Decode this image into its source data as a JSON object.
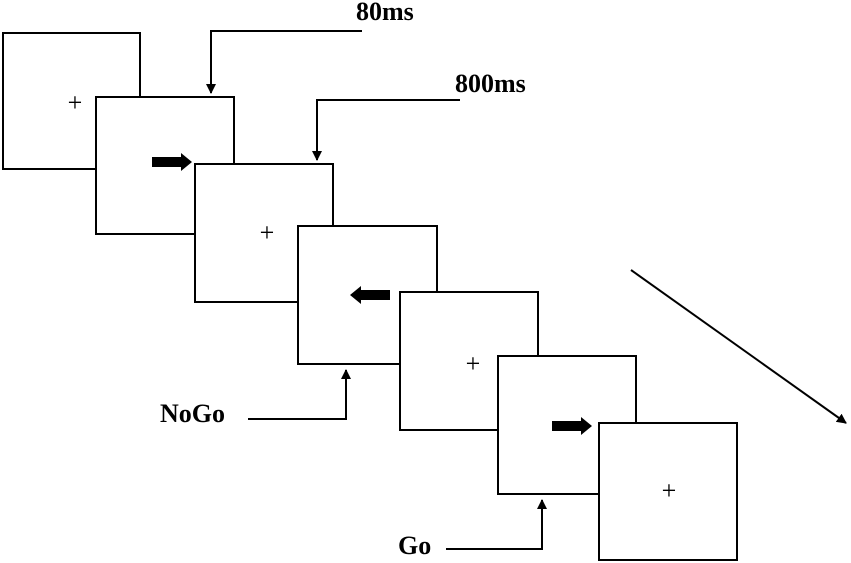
{
  "frames": [
    {
      "symbol": "+",
      "kind": "fixation-cross"
    },
    {
      "symbol": "right-arrow",
      "kind": "right-arrow-icon"
    },
    {
      "symbol": "+",
      "kind": "fixation-cross"
    },
    {
      "symbol": "left-arrow",
      "kind": "left-arrow-icon"
    },
    {
      "symbol": "+",
      "kind": "fixation-cross"
    },
    {
      "symbol": "right-arrow",
      "kind": "right-arrow-icon"
    },
    {
      "symbol": "+",
      "kind": "fixation-cross"
    }
  ],
  "labels": {
    "duration_stimulus": "80ms",
    "duration_fixation": "800ms",
    "nogo": "NoGo",
    "go": "Go"
  },
  "colors": {
    "line": "#000000",
    "background": "#ffffff"
  }
}
